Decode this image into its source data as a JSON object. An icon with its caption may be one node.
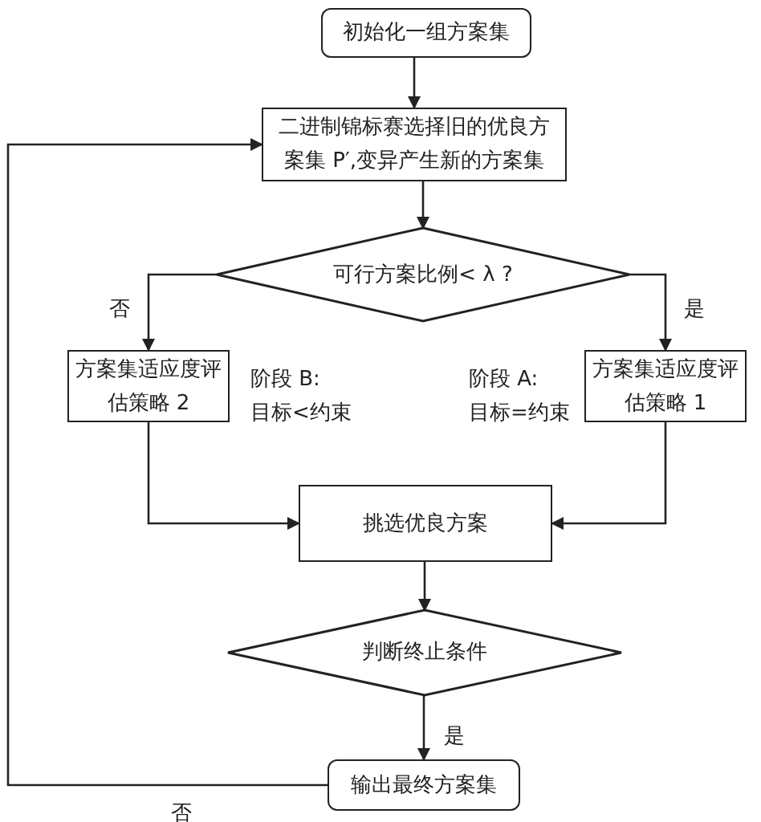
{
  "diagram": {
    "nodes": [
      {
        "text": [
          "初始化一组方案集"
        ]
      },
      {
        "text": [
          "二进制锦标赛选择旧的优良方案集 P′,变异产生新的方案集"
        ]
      },
      {
        "text": [
          "可行方案比例< λ ?"
        ]
      },
      {
        "text": [
          "方案集适应度评估策略 2"
        ],
        "beside": [
          "阶段 B: 目标<约束"
        ]
      },
      {
        "text": [
          "方案集适应度评估策略 1"
        ],
        "beside": [
          "阶段 A: 目标=约束"
        ]
      },
      {
        "text": [
          "挑选优良方案"
        ]
      },
      {
        "text": [
          "判断终止条件"
        ]
      },
      {
        "text": [
          "输出最终方案集"
        ]
      }
    ],
    "edges": [
      {
        "from": 0,
        "to": 1,
        "arrow": "to"
      },
      {
        "from": 1,
        "to": 2,
        "arrow": "to"
      },
      {
        "from": 2,
        "to": 3,
        "arrow": "to",
        "label": "否"
      },
      {
        "from": 2,
        "to": 4,
        "arrow": "to",
        "label": "是"
      },
      {
        "from": 3,
        "to": 5,
        "arrow": "to"
      },
      {
        "from": 4,
        "to": 5,
        "arrow": "to"
      },
      {
        "from": 5,
        "to": 6,
        "arrow": "to"
      },
      {
        "from": 6,
        "to": 7,
        "arrow": "to",
        "label": "是"
      },
      {
        "from": 7,
        "to": 1,
        "arrow": "to",
        "label": "否"
      }
    ]
  }
}
